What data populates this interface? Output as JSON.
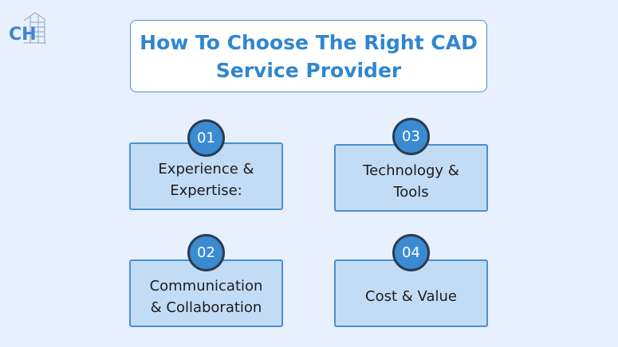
{
  "brand": {
    "logo_text": "CH",
    "accent_color": "#2f86cf",
    "logo_icon": "building-icon"
  },
  "title": {
    "line1": "How To Choose The Right CAD",
    "line2": "Service Provider"
  },
  "cards": [
    {
      "number": "01",
      "line1": "Experience &",
      "line2": "Expertise:"
    },
    {
      "number": "03",
      "line1": "Technology &",
      "line2": "Tools"
    },
    {
      "number": "02",
      "line1": "Communication",
      "line2": "& Collaboration"
    },
    {
      "number": "04",
      "line1": "Cost & Value",
      "line2": ""
    }
  ],
  "colors": {
    "background": "#e8effd",
    "card_fill": "#c3dcf6",
    "card_border": "#4a8fd3",
    "badge_fill": "#3b8bd3",
    "badge_border": "#2b3c4f"
  }
}
